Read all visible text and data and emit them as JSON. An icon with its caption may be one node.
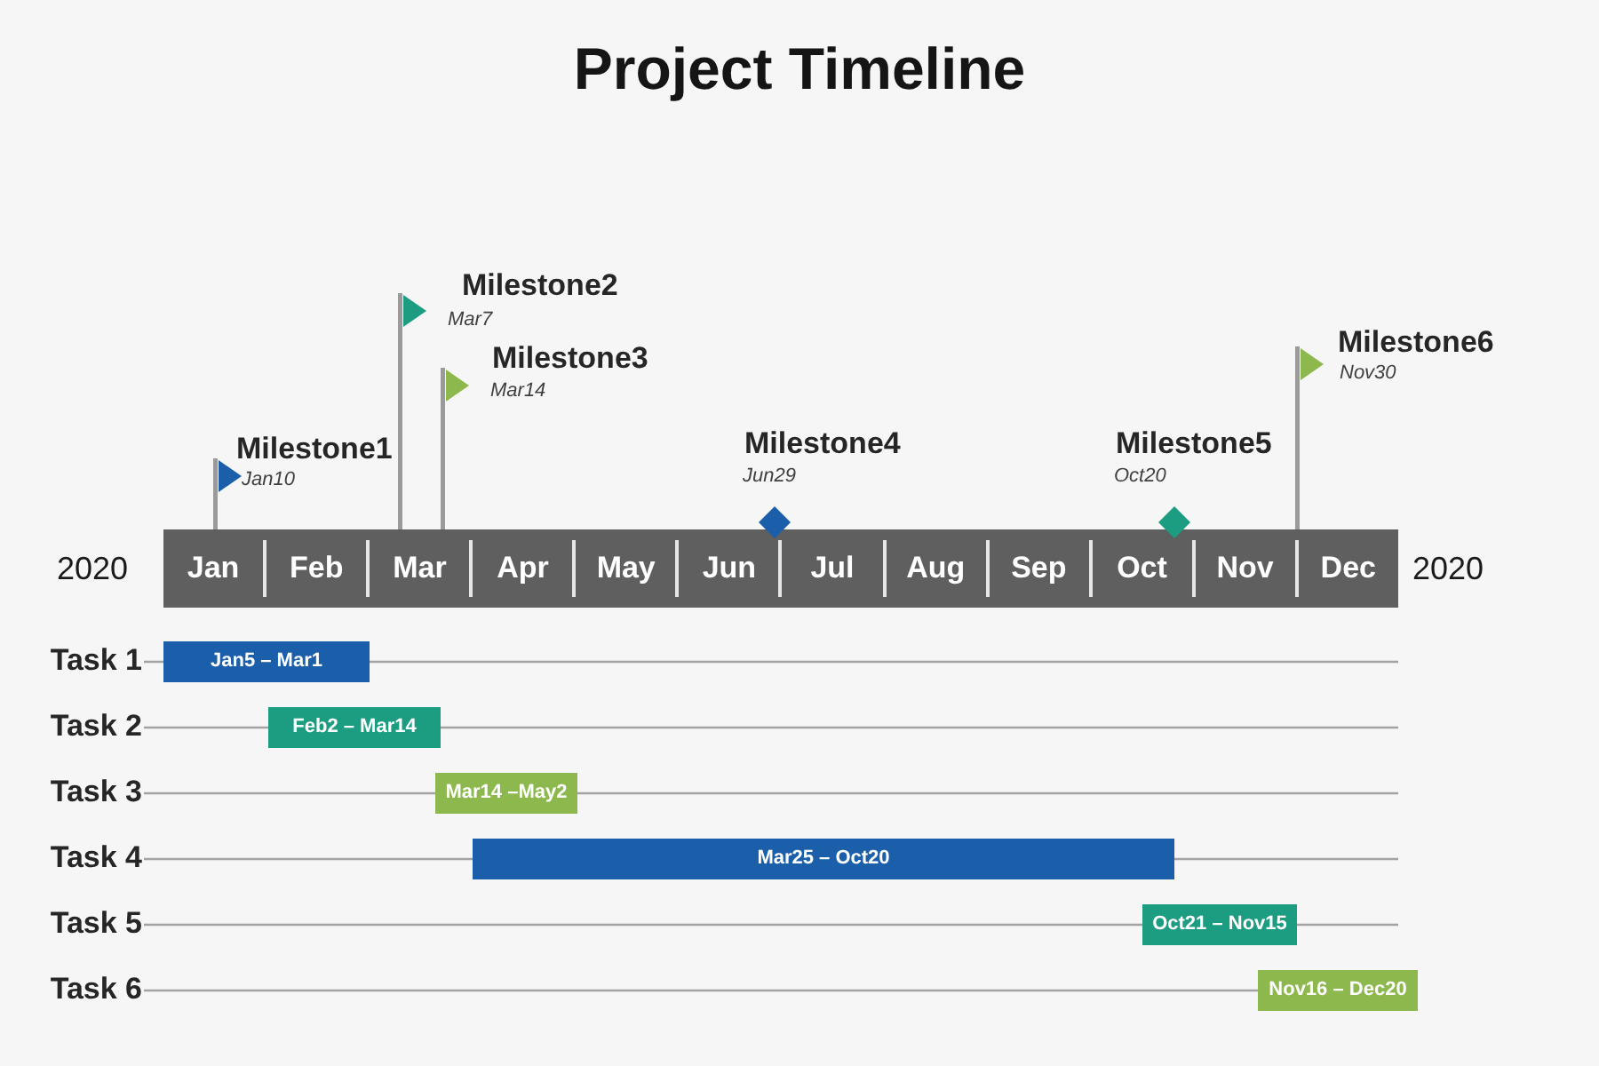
{
  "diagram": {
    "title": "Project Timeline",
    "nodes": [
      {
        "text": [
          "Jan",
          "Feb",
          "Mar",
          "Apr",
          "May",
          "Jun",
          "Jul",
          "Aug",
          "Sep",
          "Oct",
          "Nov",
          "Dec"
        ],
        "beside": [
          "2020",
          "2020"
        ]
      },
      {
        "text": [
          "Jan5 – Mar1"
        ]
      },
      {
        "text": [
          "Feb2 – Mar14"
        ]
      },
      {
        "text": [
          "Mar14 –May2"
        ]
      },
      {
        "text": [
          "Mar25 – Oct20"
        ]
      },
      {
        "text": [
          "Oct21 – Nov15"
        ]
      },
      {
        "text": [
          "Nov16 – Dec20"
        ]
      }
    ],
    "labels": [
      "Milestone1",
      "Jan10",
      "Milestone2",
      "Mar7",
      "Milestone3",
      "Mar14",
      "Milestone4",
      "Jun29",
      "Milestone5",
      "Oct20",
      "Milestone6",
      "Nov30",
      "Task 1",
      "Task 2",
      "Task 3",
      "Task 4",
      "Task 5",
      "Task 6"
    ]
  }
}
